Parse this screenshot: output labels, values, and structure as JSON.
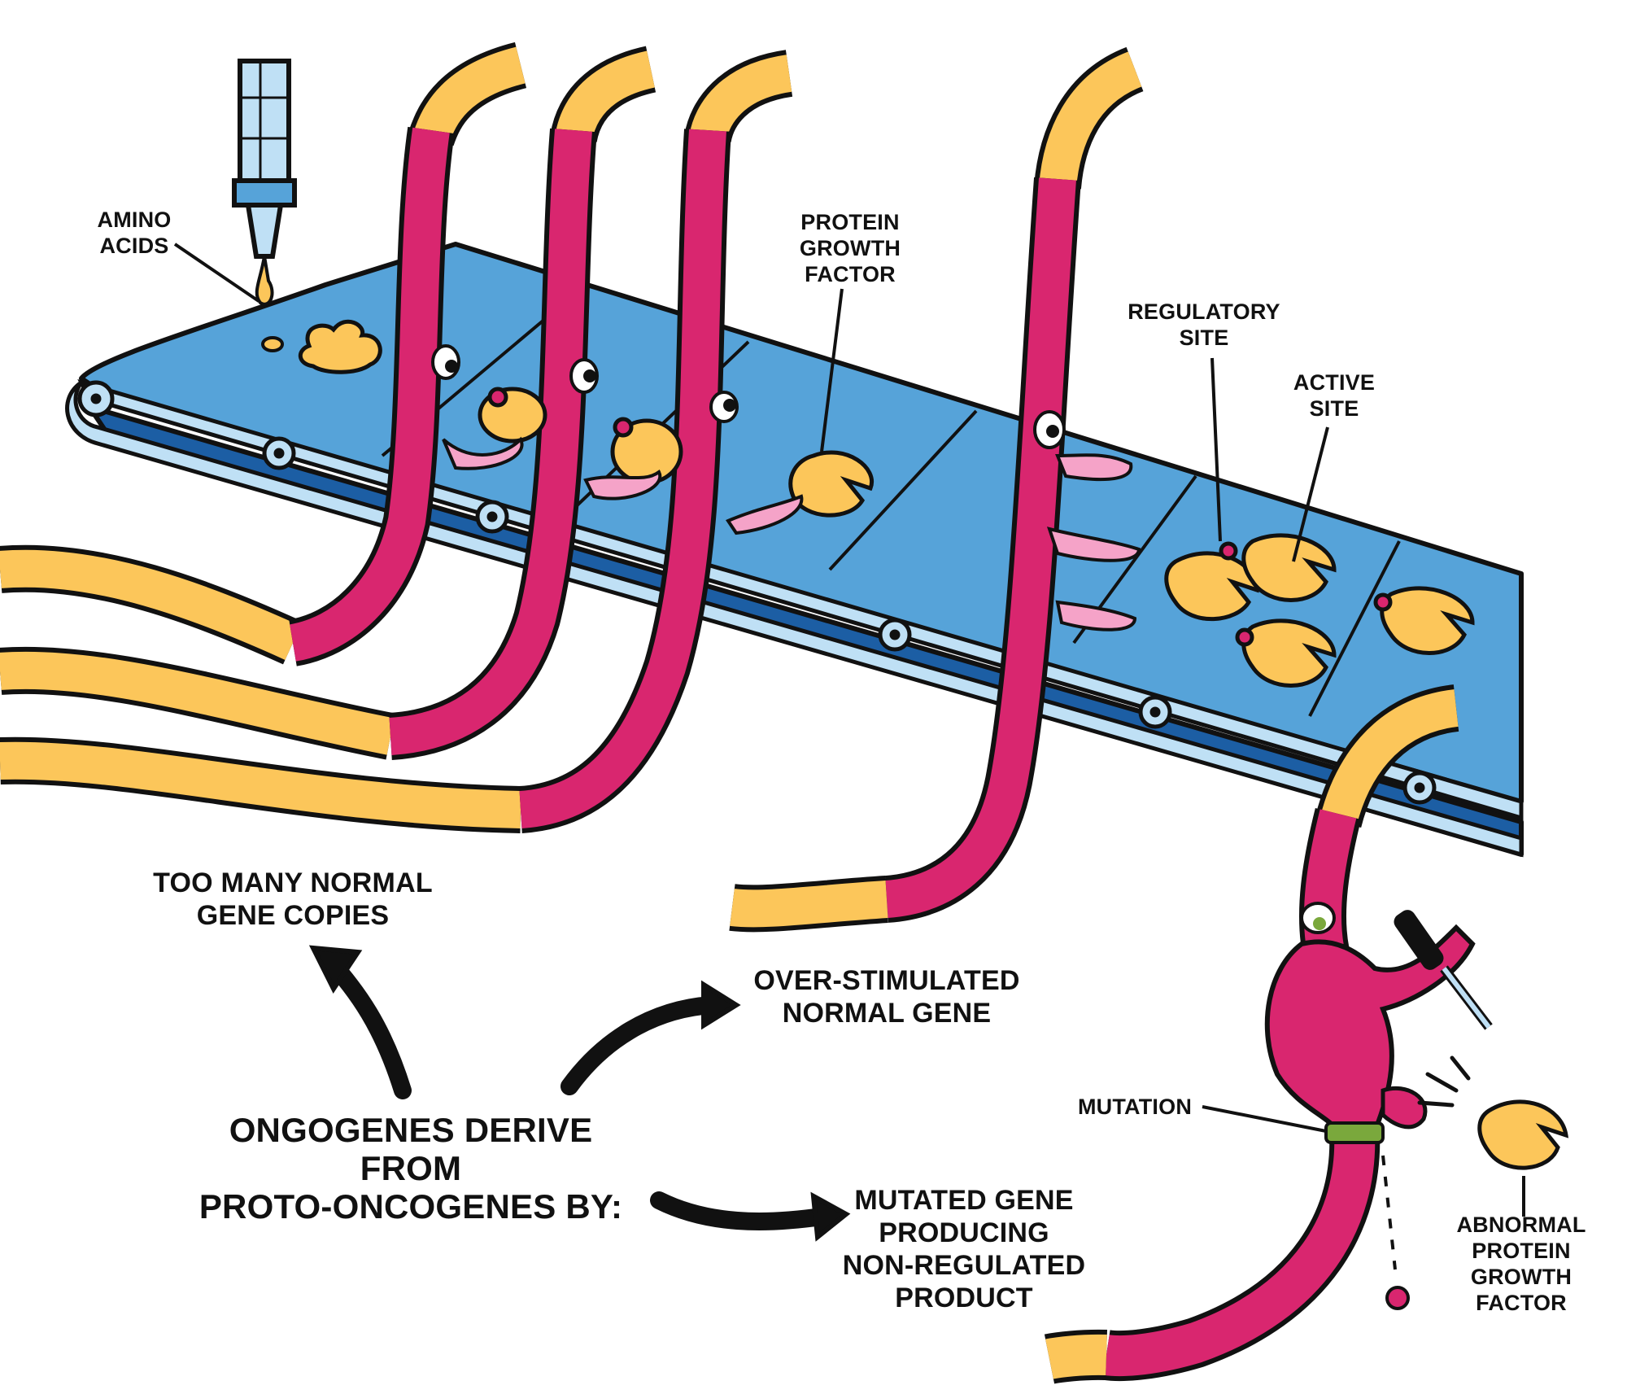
{
  "title": "Oncogenes derive from proto-oncogenes",
  "colors": {
    "belt_top": "#56a3d9",
    "belt_dark": "#1c5ea4",
    "belt_light": "#bfe0f5",
    "gene_magenta": "#d9266f",
    "gene_yellow": "#fcc65a",
    "protein_yellow": "#fcc65a",
    "hand_pink": "#f5a3c8",
    "mutation_green": "#7aa83c",
    "outline": "#111111"
  },
  "labels": {
    "amino_acids": [
      "AMINO",
      "ACIDS"
    ],
    "protein_growth_factor": [
      "PROTEIN",
      "GROWTH",
      "FACTOR"
    ],
    "regulatory_site": [
      "REGULATORY",
      "SITE"
    ],
    "active_site": [
      "ACTIVE",
      "SITE"
    ],
    "too_many_copies": [
      "TOO MANY NORMAL",
      "GENE COPIES"
    ],
    "over_stimulated": [
      "OVER-STIMULATED",
      "NORMAL GENE"
    ],
    "main_heading": [
      "ONGOGENES DERIVE FROM",
      "PROTO-ONCOGENES BY:"
    ],
    "mutated_gene": [
      "MUTATED GENE",
      "PRODUCING",
      "NON-REGULATED",
      "PRODUCT"
    ],
    "mutation": "MUTATION",
    "abnormal_protein": [
      "ABNORMAL",
      "PROTEIN",
      "GROWTH",
      "FACTOR"
    ]
  },
  "icons": {
    "dropper": "dropper-icon",
    "conveyor": "conveyor-belt-icon",
    "screwdriver": "screwdriver-icon",
    "arrow": "curved-arrow-icon"
  }
}
